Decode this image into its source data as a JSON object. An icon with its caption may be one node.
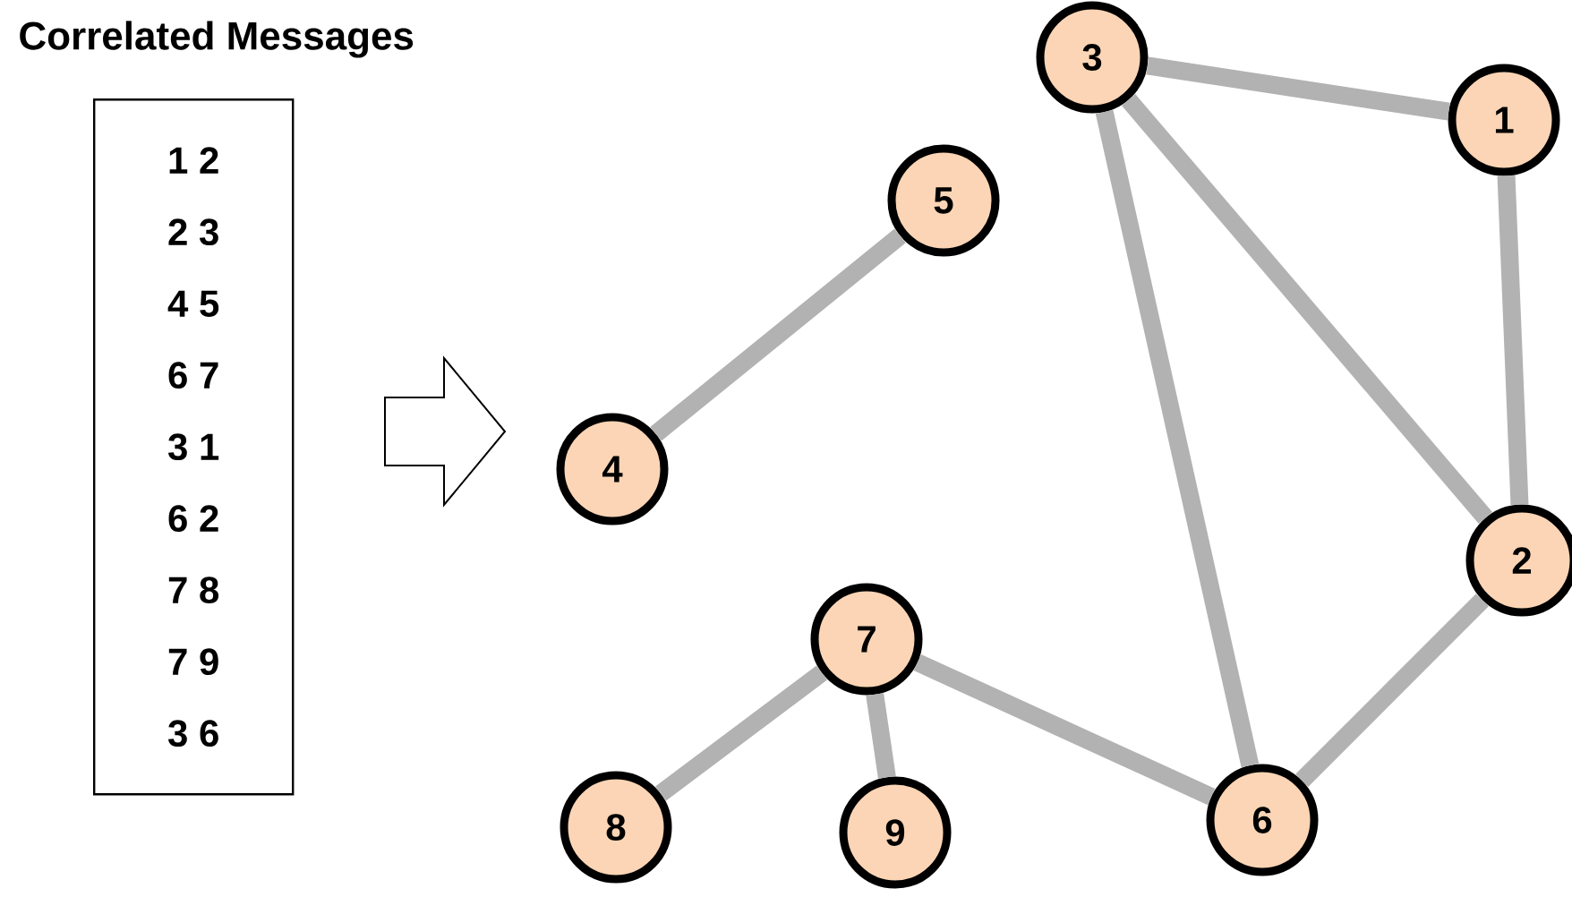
{
  "diagram": {
    "title": "Correlated Messages",
    "nodes": [
      {
        "text": [
          "1 2",
          "2 3",
          "4 5",
          "6 7",
          "3 1",
          "6 2",
          "7 8",
          "7 9",
          "3 6"
        ]
      },
      {
        "text": [
          "1"
        ]
      },
      {
        "text": [
          "2"
        ]
      },
      {
        "text": [
          "3"
        ]
      },
      {
        "text": [
          "4"
        ]
      },
      {
        "text": [
          "5"
        ]
      },
      {
        "text": [
          "6"
        ]
      },
      {
        "text": [
          "7"
        ]
      },
      {
        "text": [
          "8"
        ]
      },
      {
        "text": [
          "9"
        ]
      }
    ],
    "edges": [
      {
        "from": 1,
        "to": 2,
        "arrow": "none"
      },
      {
        "from": 2,
        "to": 3,
        "arrow": "none"
      },
      {
        "from": 4,
        "to": 5,
        "arrow": "none"
      },
      {
        "from": 6,
        "to": 7,
        "arrow": "none"
      },
      {
        "from": 3,
        "to": 1,
        "arrow": "none"
      },
      {
        "from": 6,
        "to": 2,
        "arrow": "none"
      },
      {
        "from": 7,
        "to": 8,
        "arrow": "none"
      },
      {
        "from": 7,
        "to": 9,
        "arrow": "none"
      },
      {
        "from": 3,
        "to": 6,
        "arrow": "none"
      }
    ]
  }
}
